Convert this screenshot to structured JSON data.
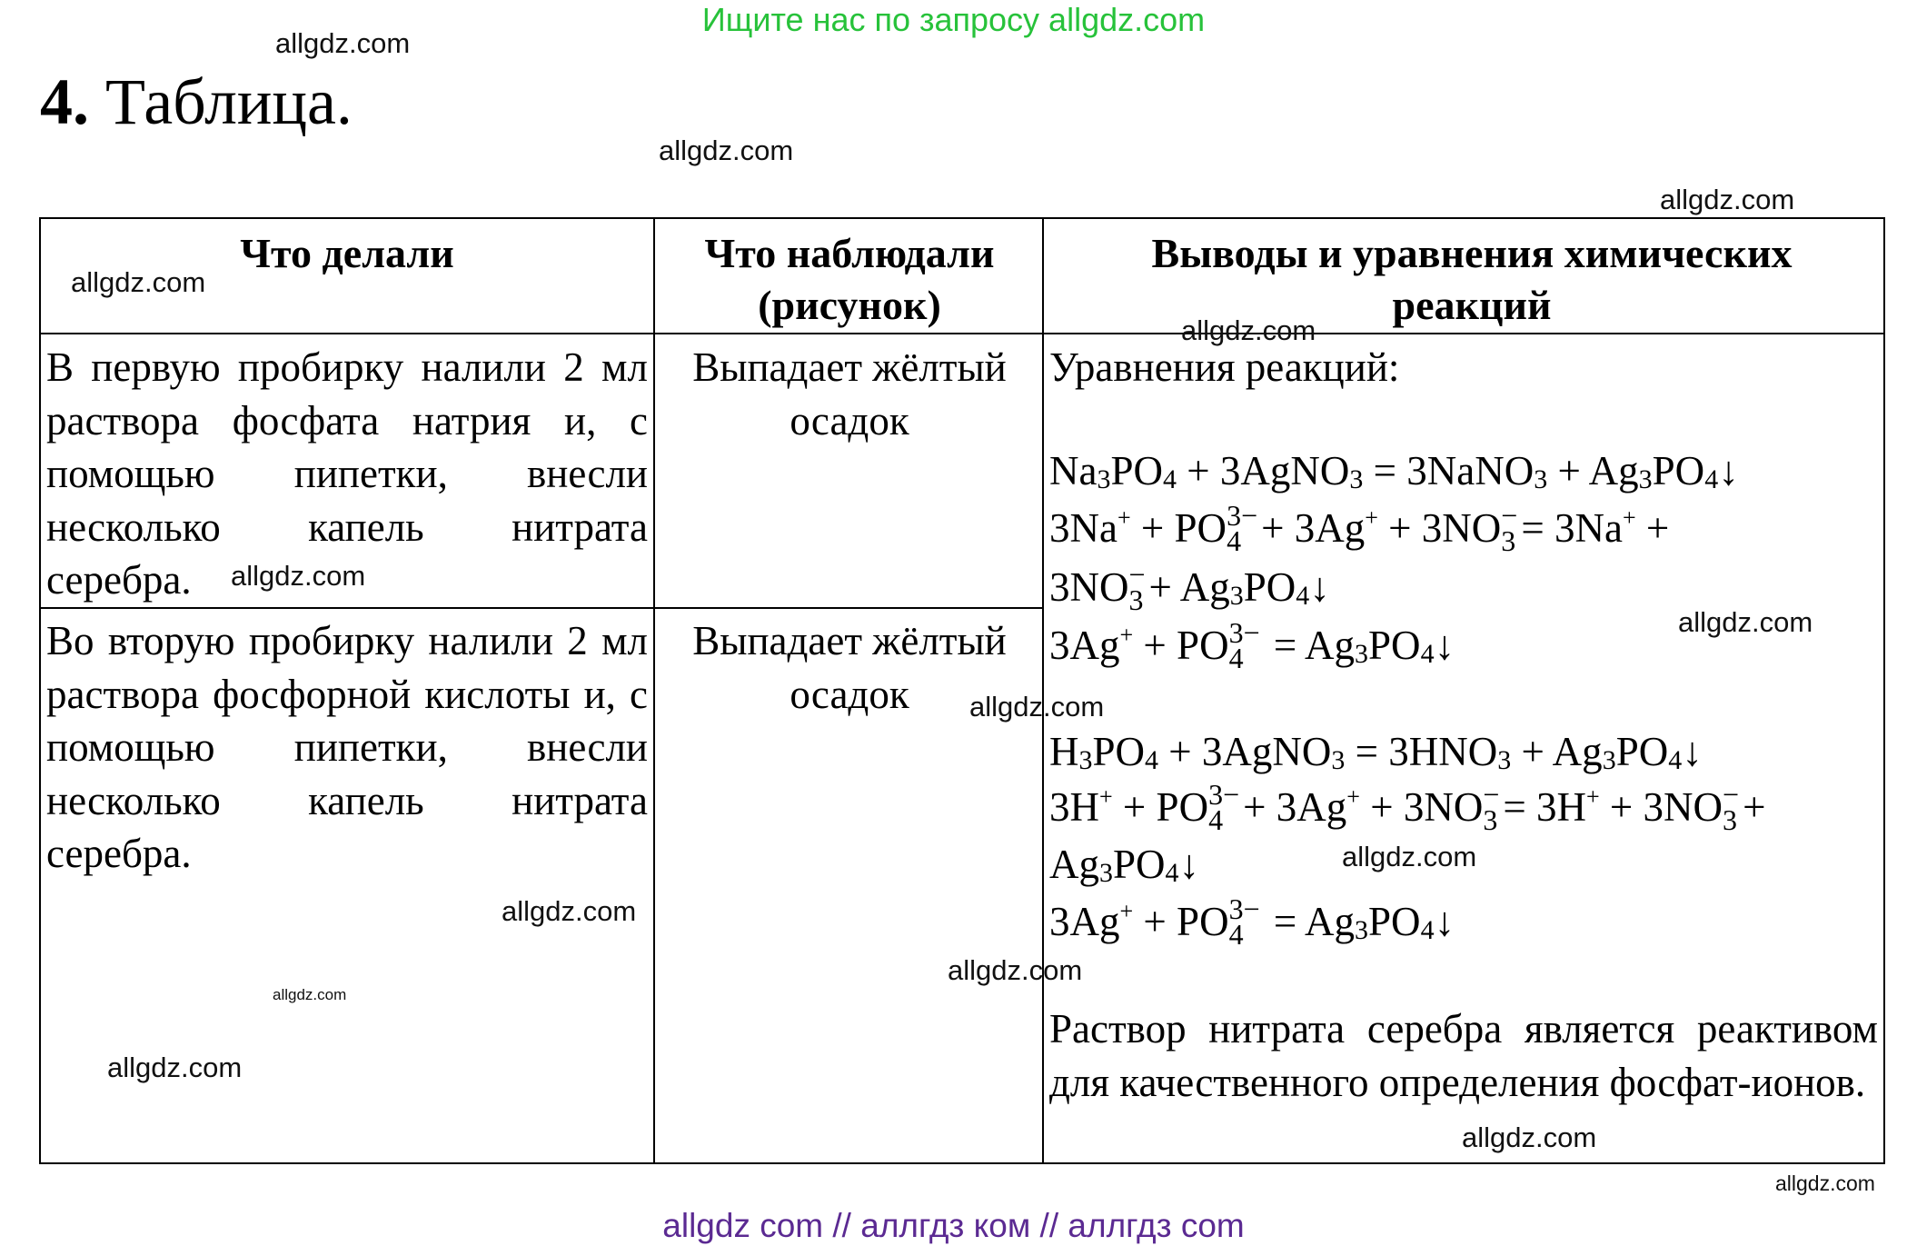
{
  "banner": "Ищите нас по запросу allgdz.com",
  "title": {
    "number": "4.",
    "text": "Таблица."
  },
  "table": {
    "headers": [
      "Что делали",
      "Что наблюдали (рисунок)",
      "Выводы и уравнения химических реакций"
    ],
    "rows": [
      {
        "did": "В первую пробирку налили 2 мл раствора фосфата натрия и, с помощью пипетки, внесли несколько капель нитрата серебра.",
        "observed": "Выпадает жёлтый осадок"
      },
      {
        "did": "Во вторую пробирку налили 2 мл раствора фосфорной кислоты и, с помощью пипетки, внесли несколько капель нитрата серебра.",
        "observed": "Выпадает жёлтый осадок"
      }
    ],
    "equations_label": "Уравнения реакций:",
    "equations": [
      [
        {
          "t": "Na"
        },
        {
          "sub": "3"
        },
        {
          "t": "PO"
        },
        {
          "sub": "4"
        },
        {
          "t": " + 3AgNO"
        },
        {
          "sub": "3"
        },
        {
          "t": " = 3NaNO"
        },
        {
          "sub": "3"
        },
        {
          "t": " + Ag"
        },
        {
          "sub": "3"
        },
        {
          "t": "PO"
        },
        {
          "sub": "4"
        },
        {
          "t": "↓"
        }
      ],
      [
        {
          "t": "3Na"
        },
        {
          "sup": "+"
        },
        {
          "t": " + PO"
        },
        {
          "ion": [
            "3−",
            "4"
          ]
        },
        {
          "t": "+ 3Ag"
        },
        {
          "sup": "+"
        },
        {
          "t": " + 3NO"
        },
        {
          "ion": [
            "−",
            "3"
          ]
        },
        {
          "t": "= 3Na"
        },
        {
          "sup": "+"
        },
        {
          "t": " +"
        }
      ],
      [
        {
          "t": "3NO"
        },
        {
          "ion": [
            "−",
            "3"
          ]
        },
        {
          "t": "+ Ag"
        },
        {
          "sub": "3"
        },
        {
          "t": "PO"
        },
        {
          "sub": "4"
        },
        {
          "t": "↓"
        }
      ],
      [
        {
          "t": "3Ag"
        },
        {
          "sup": "+"
        },
        {
          "t": " + PO"
        },
        {
          "ion": [
            "3−",
            "4"
          ]
        },
        {
          "t": " = Ag"
        },
        {
          "sub": "3"
        },
        {
          "t": "PO"
        },
        {
          "sub": "4"
        },
        {
          "t": "↓"
        }
      ],
      [
        {
          "t": "H"
        },
        {
          "sub": "3"
        },
        {
          "t": "PO"
        },
        {
          "sub": "4"
        },
        {
          "t": " + 3AgNO"
        },
        {
          "sub": "3"
        },
        {
          "t": " = 3HNO"
        },
        {
          "sub": "3"
        },
        {
          "t": " + Ag"
        },
        {
          "sub": "3"
        },
        {
          "t": "PO"
        },
        {
          "sub": "4"
        },
        {
          "t": "↓"
        }
      ],
      [
        {
          "t": "3H"
        },
        {
          "sup": "+"
        },
        {
          "t": " + PO"
        },
        {
          "ion": [
            "3−",
            "4"
          ]
        },
        {
          "t": "+ 3Ag"
        },
        {
          "sup": "+"
        },
        {
          "t": " + 3NO"
        },
        {
          "ion": [
            "−",
            "3"
          ]
        },
        {
          "t": "= 3H"
        },
        {
          "sup": "+"
        },
        {
          "t": " + 3NO"
        },
        {
          "ion": [
            "−",
            "3"
          ]
        },
        {
          "t": "+"
        }
      ],
      [
        {
          "t": "Ag"
        },
        {
          "sub": "3"
        },
        {
          "t": "PO"
        },
        {
          "sub": "4"
        },
        {
          "t": "↓"
        }
      ],
      [
        {
          "t": "3Ag"
        },
        {
          "sup": "+"
        },
        {
          "t": " + PO"
        },
        {
          "ion": [
            "3−",
            "4"
          ]
        },
        {
          "t": " = Ag"
        },
        {
          "sub": "3"
        },
        {
          "t": "PO"
        },
        {
          "sub": "4"
        },
        {
          "t": "↓"
        }
      ]
    ],
    "conclusion": "Раствор нитрата серебра является реактивом для качественного определения фосфат-ионов."
  },
  "watermarks": [
    "allgdz.com",
    "allgdz.com",
    "allgdz.com",
    "allgdz.com",
    "allgdz.com",
    "allgdz.com",
    "allgdz.com",
    "allgdz.com",
    "allgdz.com",
    "allgdz.com",
    "allgdz.com",
    "allgdz.com",
    "allgdz.com",
    "allgdz.com",
    "allgdz.com"
  ],
  "footer": "allgdz com  //  аллгдз ком  //  аллгдз com",
  "colors": {
    "banner": "#27c23a",
    "footer": "#5b2a92",
    "text": "#000000"
  }
}
